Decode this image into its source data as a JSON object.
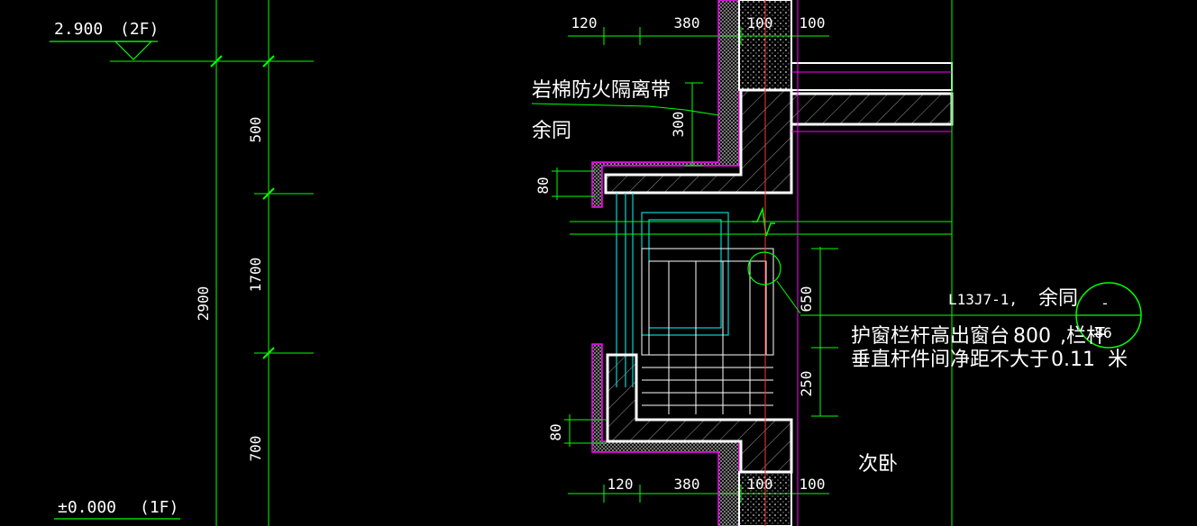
{
  "colors": {
    "background": "#000000",
    "dimension": "#00ff00",
    "insulation": "#ff00ff",
    "concrete": "#ffffff",
    "glass": "#00ffff",
    "axis": "#ff3333",
    "text": "#ffffff"
  },
  "levels": {
    "upper": {
      "value": "2.900",
      "floor": "(2F)"
    },
    "lower": {
      "value": "±0.000",
      "floor": "(1F)"
    }
  },
  "vertical_dims": {
    "total": "2900",
    "d500": "500",
    "d1700": "1700",
    "d700": "700"
  },
  "top_dims": [
    "120",
    "380",
    "100",
    "100"
  ],
  "bottom_dims": [
    "120",
    "380",
    "100",
    "100"
  ],
  "local_dims": {
    "d300": "300",
    "d80_top": "80",
    "d80_bottom": "80",
    "d650": "650",
    "d250": "250"
  },
  "notes": {
    "firebreak": "岩棉防火隔离带",
    "firebreak_rest": "余同",
    "detail_ref": "L13J7-1,",
    "detail_rest": "余同",
    "railing_line1": "护窗栏杆高出窗台",
    "railing_value1": "800",
    "railing_tail1": ",栏杆",
    "railing_line2": "垂直杆件间净距不大于",
    "railing_value2": "0.11",
    "railing_tail2": "米",
    "room": "次卧"
  },
  "index_bubble": {
    "top": "-",
    "bottom": "86"
  }
}
